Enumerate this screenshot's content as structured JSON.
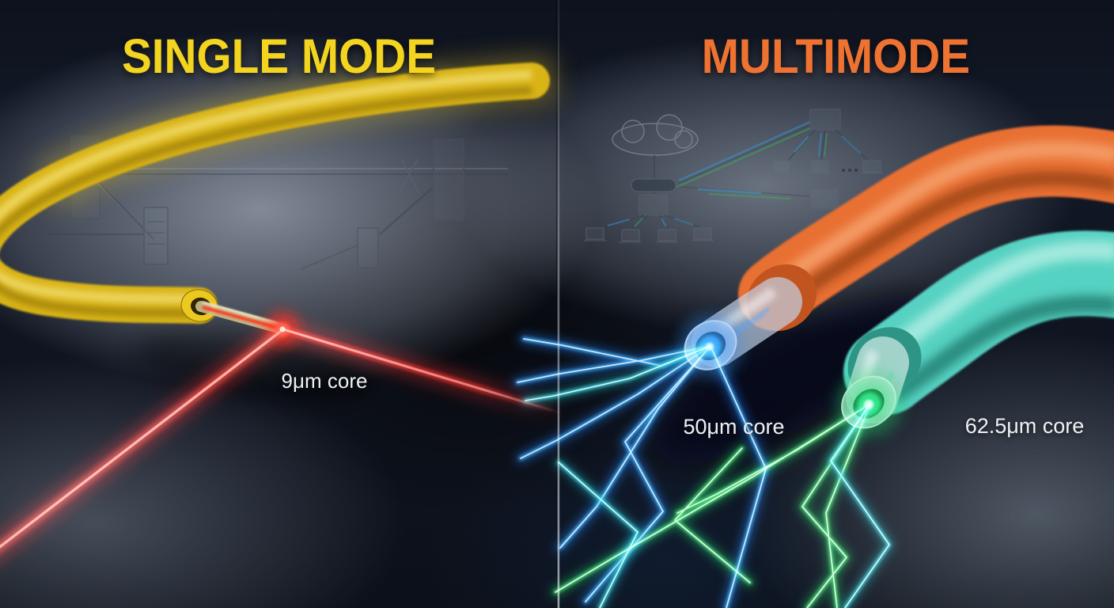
{
  "single_mode": {
    "title": "SINGLE MODE",
    "title_color": "#f3d41e",
    "cable": {
      "jacket_color": "#e7c41d",
      "laser_color": "#ff2a1e",
      "core_label": "9μm core"
    }
  },
  "multimode": {
    "title": "MULTIMODE",
    "title_color": "#ee7231",
    "cables": [
      {
        "jacket_color": "#e86f33",
        "light_color": "#35a9f5",
        "core_label": "50μm core"
      },
      {
        "jacket_color": "#57d2c2",
        "light_color": "#46e06a",
        "core_label": "62.5μm core"
      }
    ]
  },
  "divider_color": "#b9c3cd"
}
